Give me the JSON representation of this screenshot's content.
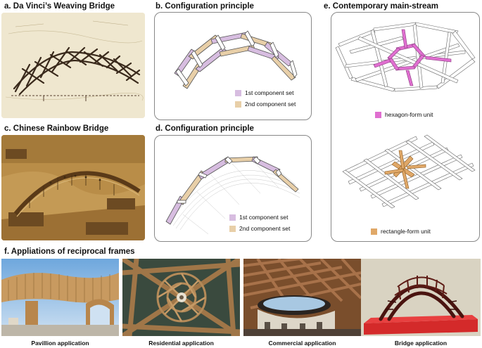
{
  "panels": {
    "a": {
      "title": "a. Da Vinci’s Weaving Bridge"
    },
    "b": {
      "title": "b. Configuration principle",
      "legend": [
        {
          "label": "1st component set",
          "color": "#d7bde0"
        },
        {
          "label": "2nd component set",
          "color": "#e8cfa8"
        }
      ]
    },
    "c": {
      "title": "c. Chinese Rainbow Bridge"
    },
    "d": {
      "title": "d. Configuration principle",
      "legend": [
        {
          "label": "1st component set",
          "color": "#d7bde0"
        },
        {
          "label": "2nd component set",
          "color": "#e8cfa8"
        }
      ]
    },
    "e": {
      "title": "e. Contemporary main-stream",
      "legend_top": {
        "label": "hexagon-form unit",
        "color": "#e06fd0"
      },
      "legend_bottom": {
        "label": "rectangle-form unit",
        "color": "#e0a868"
      }
    },
    "f": {
      "title": "f. Appliations of reciprocal frames",
      "captions": [
        "Pavillion application",
        "Residential application",
        "Commercial application",
        "Bridge application"
      ]
    }
  },
  "colors": {
    "purple_set": "#d7bde0",
    "tan_set": "#e8cfa8",
    "hexagon_unit": "#e06fd0",
    "rectangle_unit": "#e0a868"
  }
}
